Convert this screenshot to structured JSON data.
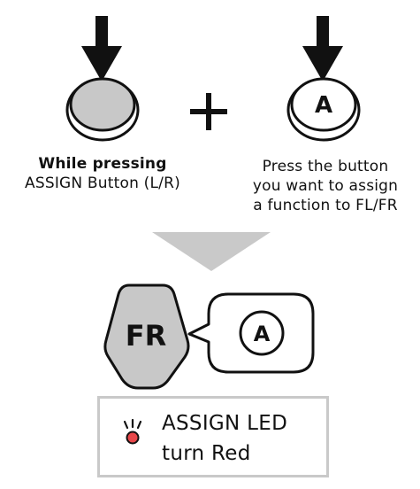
{
  "step1": {
    "assign_button": {
      "caption_bold": "While pressing",
      "caption": "ASSIGN Button (L/R)"
    },
    "plus_symbol": "+",
    "target_button": {
      "label": "A",
      "caption_lines": [
        "Press the button",
        "you want to assign",
        "a function to FL/FR"
      ]
    }
  },
  "result": {
    "paddle_label": "FR",
    "assigned_button_label": "A"
  },
  "led_status": {
    "lines": [
      "ASSIGN LED",
      "turn Red"
    ],
    "led_color": "#e8474a"
  },
  "colors": {
    "arrow": "#111111",
    "button_fill": "#c8c8c8",
    "down_triangle": "#c9c9c9",
    "box_border": "#c9c9c9"
  }
}
